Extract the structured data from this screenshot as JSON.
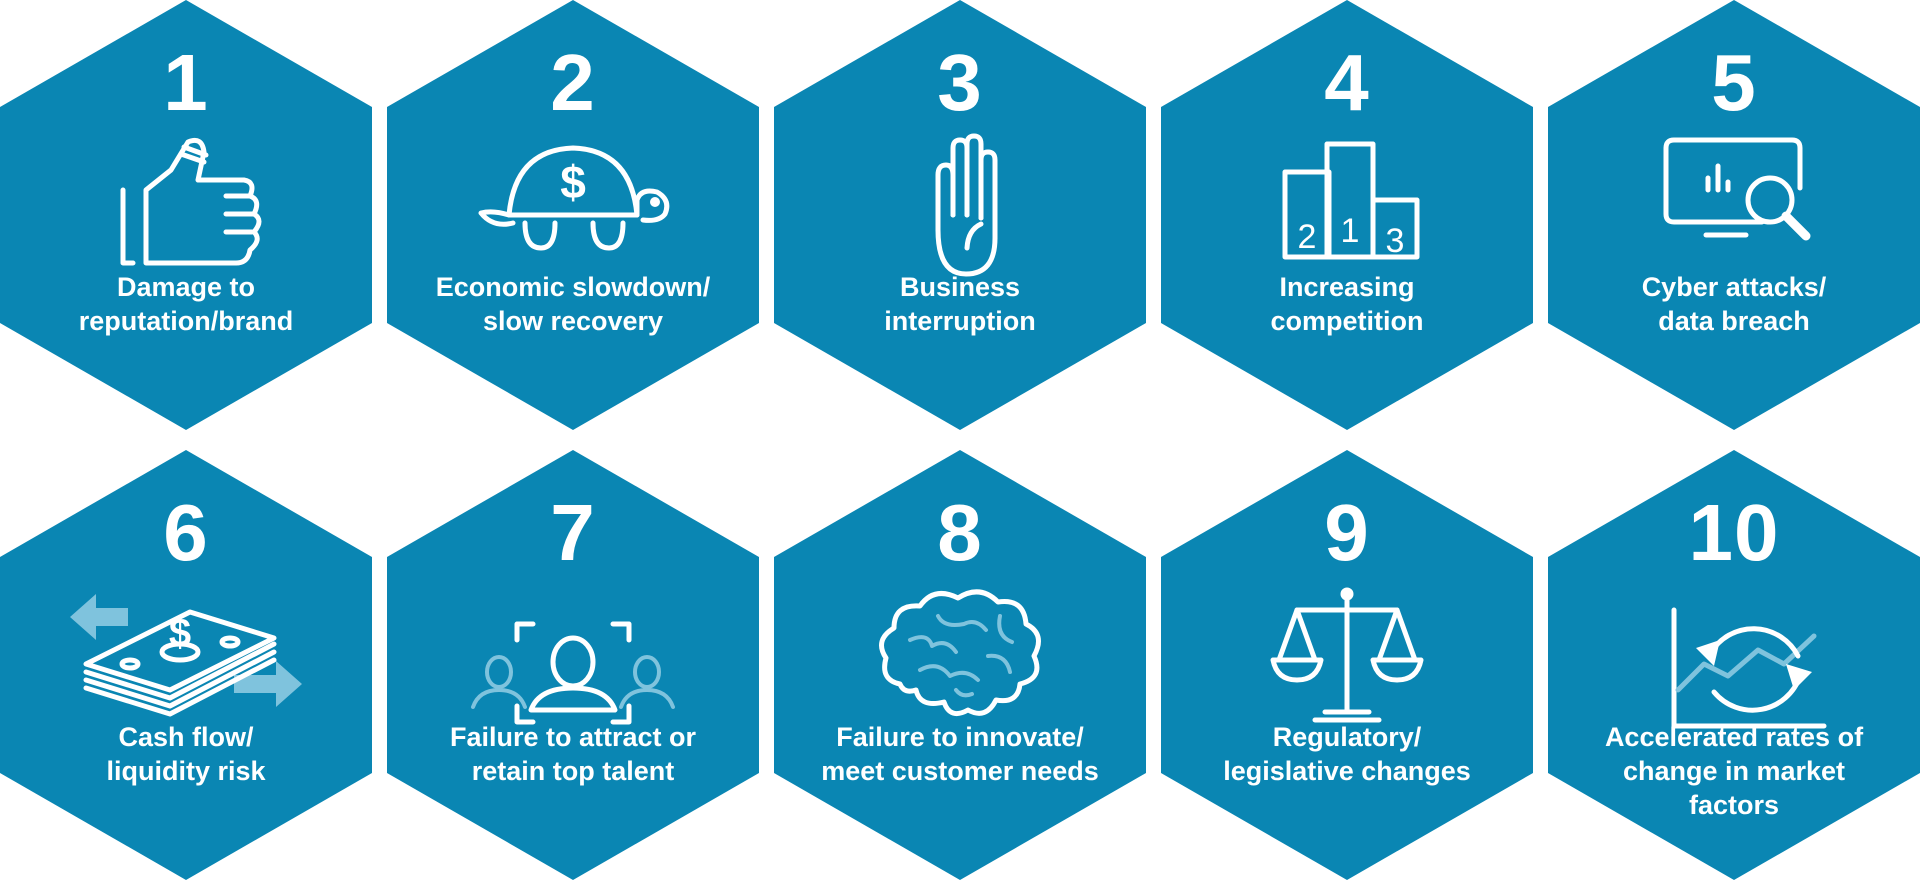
{
  "colors": {
    "hex_fill": "#0a86b3",
    "foreground": "#ffffff",
    "accent_light": "#7fc3dd"
  },
  "items": [
    {
      "number": "1",
      "icon": "bandaged-thumbs-up-icon",
      "line1": "Damage to",
      "line2": "reputation/brand",
      "line3": ""
    },
    {
      "number": "2",
      "icon": "turtle-dollar-icon",
      "line1": "Economic slowdown/",
      "line2": "slow recovery",
      "line3": ""
    },
    {
      "number": "3",
      "icon": "raised-hand-icon",
      "line1": "Business",
      "line2": "interruption",
      "line3": ""
    },
    {
      "number": "4",
      "icon": "podium-icon",
      "line1": "Increasing",
      "line2": "competition",
      "line3": ""
    },
    {
      "number": "5",
      "icon": "monitor-magnifier-icon",
      "line1": "Cyber attacks/",
      "line2": "data breach",
      "line3": ""
    },
    {
      "number": "6",
      "icon": "cash-flow-icon",
      "line1": "Cash flow/",
      "line2": "liquidity risk",
      "line3": ""
    },
    {
      "number": "7",
      "icon": "talent-focus-icon",
      "line1": "Failure to attract or",
      "line2": "retain top talent",
      "line3": ""
    },
    {
      "number": "8",
      "icon": "brain-icon",
      "line1": "Failure to innovate/",
      "line2": "meet customer needs",
      "line3": ""
    },
    {
      "number": "9",
      "icon": "scales-icon",
      "line1": "Regulatory/",
      "line2": "legislative changes",
      "line3": ""
    },
    {
      "number": "10",
      "icon": "cycle-chart-icon",
      "line1": "Accelerated rates of",
      "line2": "change in market",
      "line3": "factors"
    }
  ],
  "icon_text": {
    "dollar": "$",
    "podium_second": "2",
    "podium_first": "1",
    "podium_third": "3"
  }
}
